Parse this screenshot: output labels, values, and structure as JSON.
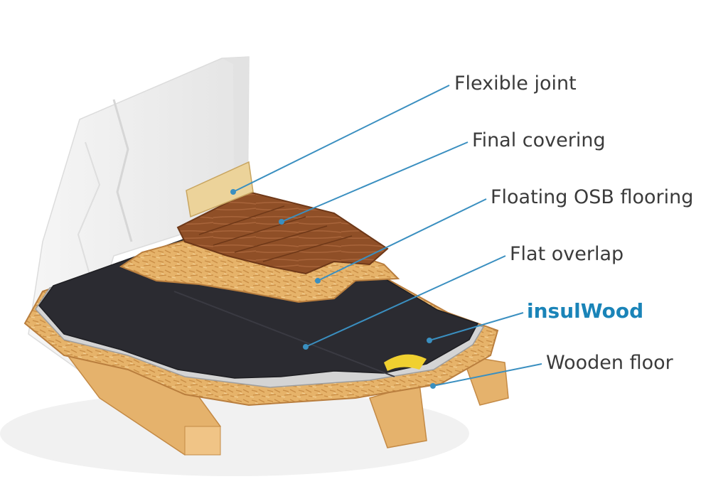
{
  "labels": [
    {
      "text": "Flexible joint",
      "emphasis": false
    },
    {
      "text": "Final covering",
      "emphasis": false
    },
    {
      "text": "Floating OSB flooring",
      "emphasis": false
    },
    {
      "text": "Flat overlap",
      "emphasis": false
    },
    {
      "text": "insulWood",
      "emphasis": true
    },
    {
      "text": "Wooden floor",
      "emphasis": false
    }
  ],
  "colors": {
    "leader_line": "#3a8fc0",
    "brand_text": "#1a84b8",
    "label_text": "#3b3b3b",
    "membrane": "#2a2a30",
    "wood": "#e0a860",
    "osb": "#e8b870",
    "final_covering": "#8a4a24",
    "wall": "#eeeeee",
    "insulation_edge": "#c8c8c8"
  }
}
